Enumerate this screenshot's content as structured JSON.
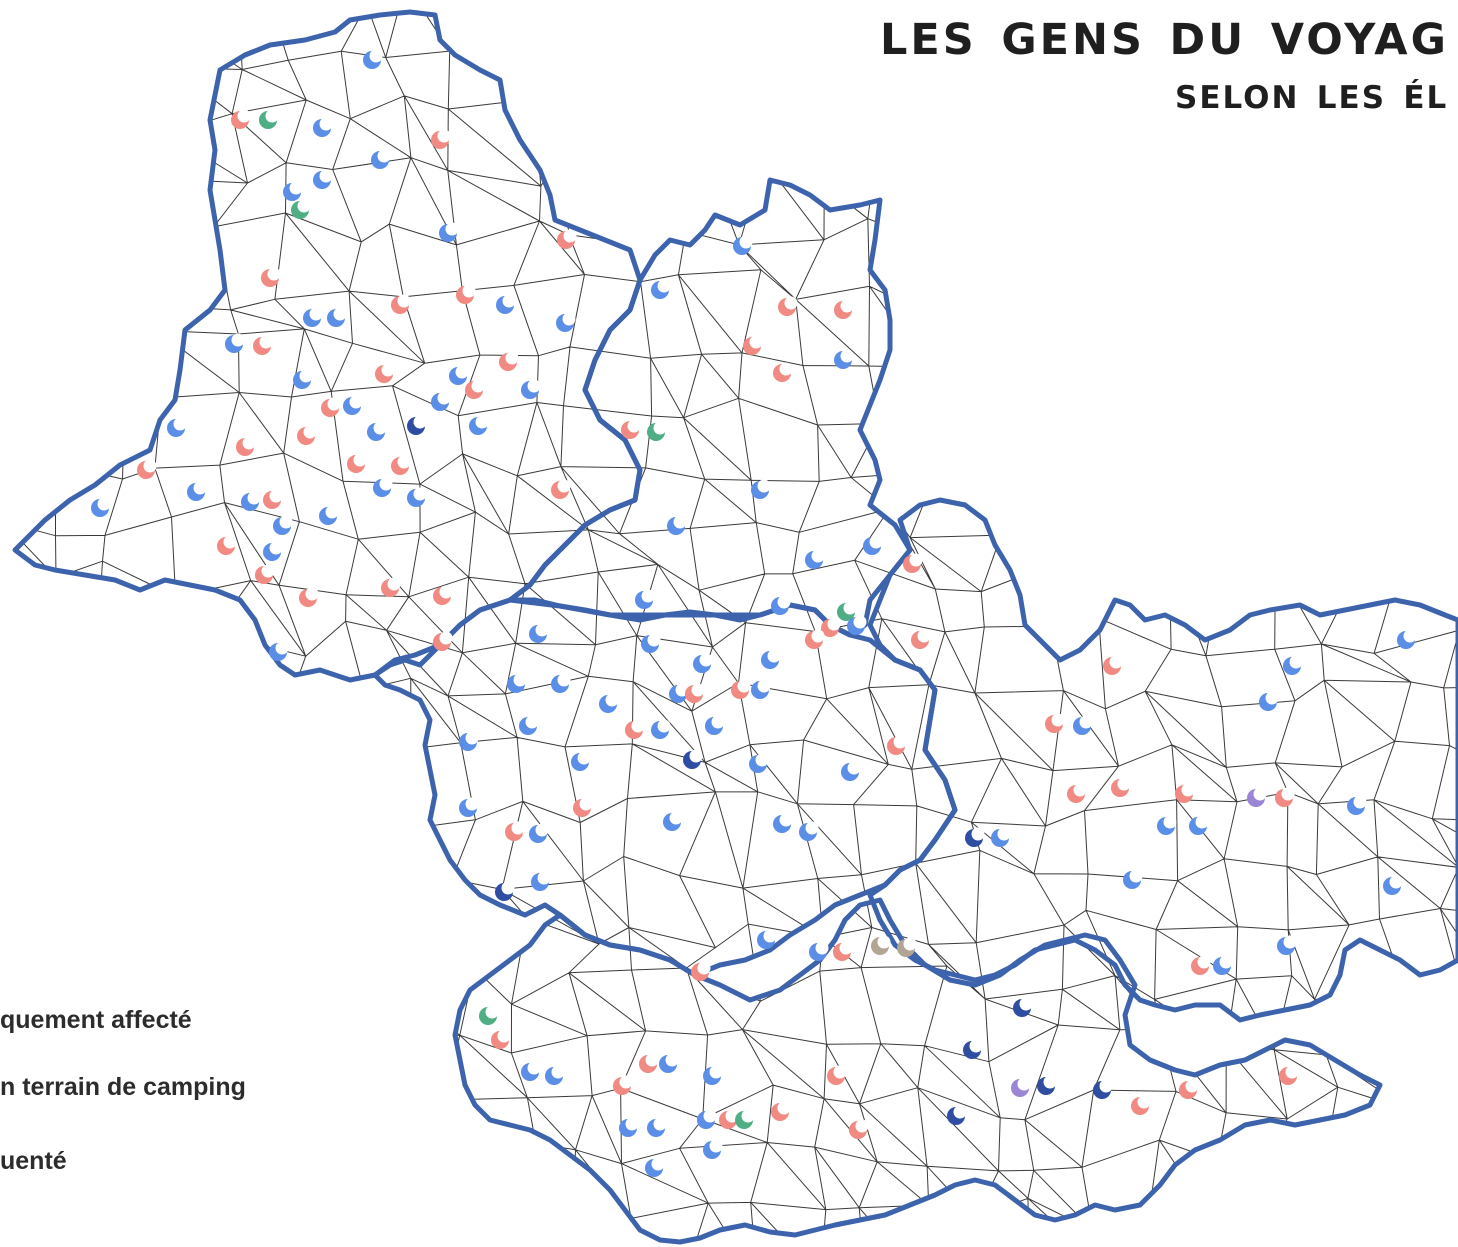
{
  "title": "les gens du voyag",
  "subtitle": "selon les él",
  "legend": [
    {
      "label": "quement affecté"
    },
    {
      "label": "n terrain de camping"
    },
    {
      "label": "uenté"
    }
  ],
  "colors": {
    "blue": "#5b8ee6",
    "red": "#f08a82",
    "green": "#4fae84",
    "navy": "#2f4ea3",
    "purple": "#9a86d4",
    "tan": "#b3a593",
    "border": "#3d63ad"
  },
  "markers": [
    {
      "color": "blue",
      "count": 1
    },
    {
      "color": "red",
      "count": 1
    },
    {
      "color": "green",
      "count": 1
    },
    {
      "color": "navy",
      "count": 1
    },
    {
      "color": "purple",
      "count": 1
    },
    {
      "color": "tan",
      "count": 1
    }
  ]
}
